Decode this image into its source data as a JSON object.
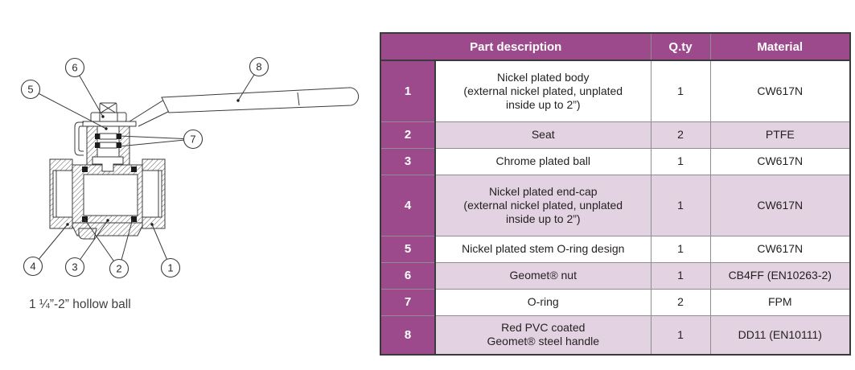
{
  "diagram": {
    "caption": "1 ¼”-2” hollow ball",
    "callouts": [
      "1",
      "2",
      "3",
      "4",
      "5",
      "6",
      "7",
      "8"
    ]
  },
  "table": {
    "headers": {
      "part": "Part description",
      "qty": "Q.ty",
      "material": "Material"
    },
    "rows": [
      {
        "num": "1",
        "desc": "Nickel plated body\n(external nickel plated, unplated\ninside up to 2”)",
        "qty": "1",
        "material": "CW617N"
      },
      {
        "num": "2",
        "desc": "Seat",
        "qty": "2",
        "material": "PTFE"
      },
      {
        "num": "3",
        "desc": "Chrome plated ball",
        "qty": "1",
        "material": "CW617N"
      },
      {
        "num": "4",
        "desc": "Nickel plated end-cap\n(external nickel plated, unplated\ninside up to 2”)",
        "qty": "1",
        "material": "CW617N"
      },
      {
        "num": "5",
        "desc": "Nickel plated stem O-ring design",
        "qty": "1",
        "material": "CW617N"
      },
      {
        "num": "6",
        "desc": "Geomet® nut",
        "qty": "1",
        "material": "CB4FF (EN10263-2)"
      },
      {
        "num": "7",
        "desc": "O-ring",
        "qty": "2",
        "material": "FPM"
      },
      {
        "num": "8",
        "desc": "Red PVC coated\nGeomet® steel handle",
        "qty": "1",
        "material": "DD11 (EN10111)"
      }
    ],
    "colors": {
      "header_bg": "#9c4a8c",
      "row_alt_bg": "#e3d3e2",
      "row_bg": "#ffffff",
      "header_text": "#ffffff",
      "body_text": "#231f20",
      "border_outer": "#3a3a3a",
      "border_inner": "#8e8e8e"
    }
  }
}
